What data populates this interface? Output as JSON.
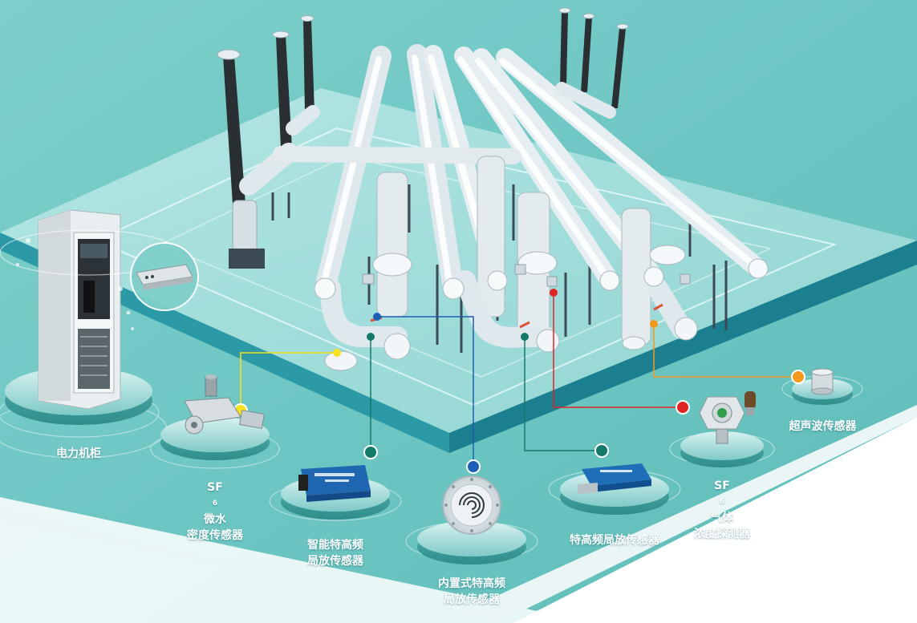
{
  "colors": {
    "background": "#6cc7c3",
    "platform_top": "#9adbd8",
    "platform_side": "#1e8a9a",
    "pipe": "#eef3f5",
    "bushing": "#2a2f33",
    "pedestal": "#5fb9b5",
    "line_yellow": "#f6e21d",
    "line_green": "#137a6a",
    "line_blue": "#1d5fb4",
    "line_red": "#e02424",
    "line_orange": "#f39a1e"
  },
  "labels": {
    "cabinet": "电力机柜",
    "sf6_moisture": {
      "prefix": "SF",
      "sub": "6",
      "suffix": "微水",
      "line2": "密度传感器"
    },
    "smart_uhf": {
      "line1": "智能特高频",
      "line2": "局放传感器"
    },
    "builtin_uhf": {
      "line1": "内置式特高频",
      "line2": "局放传感器"
    },
    "uhf": "特高频局放传感器",
    "sf6_gas": {
      "prefix": "SF",
      "sub": "6",
      "suffix": "气体",
      "line2": "浓度探测器"
    },
    "ultrasonic": "超声波传感器"
  },
  "icons": {
    "cabinet": "power-cabinet-icon",
    "moisture": "sf6-moisture-sensor-icon",
    "smart_uhf": "smart-uhf-sensor-icon",
    "builtin_uhf": "builtin-uhf-ring-sensor-icon",
    "uhf": "uhf-sensor-box-icon",
    "gas": "sf6-gas-detector-icon",
    "ultrasonic": "ultrasonic-sensor-icon",
    "gis": "gis-switchgear-icon"
  }
}
